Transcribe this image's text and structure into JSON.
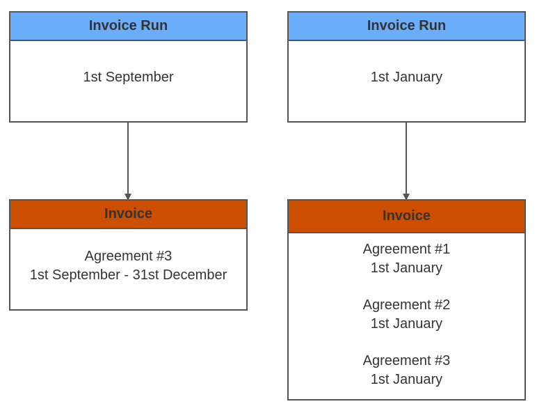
{
  "colors": {
    "invoice_run_header": "#6aaefa",
    "invoice_header": "#cc4e00",
    "border": "#555555",
    "text": "#333333"
  },
  "left": {
    "run": {
      "title": "Invoice Run",
      "date": "1st September"
    },
    "invoice": {
      "title": "Invoice",
      "agreements": [
        {
          "name": "Agreement #3",
          "period": "1st September - 31st December"
        }
      ]
    }
  },
  "right": {
    "run": {
      "title": "Invoice Run",
      "date": "1st January"
    },
    "invoice": {
      "title": "Invoice",
      "agreements": [
        {
          "name": "Agreement #1",
          "period": "1st January"
        },
        {
          "name": "Agreement #2",
          "period": "1st January"
        },
        {
          "name": "Agreement #3",
          "period": "1st January"
        }
      ]
    }
  }
}
